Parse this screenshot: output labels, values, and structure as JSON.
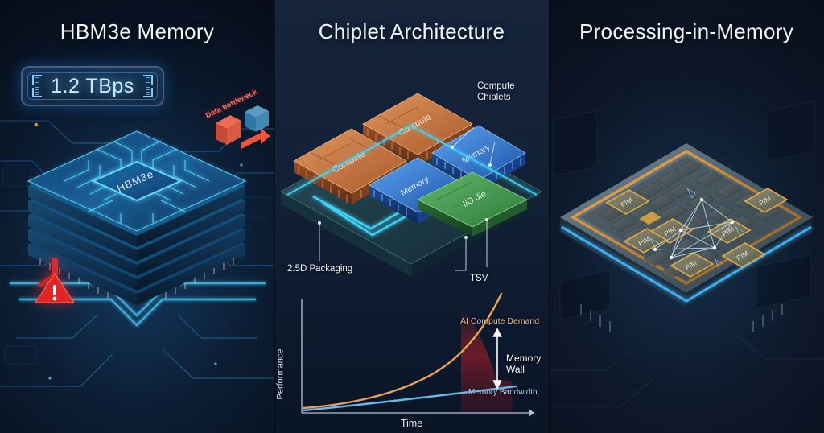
{
  "panels": [
    {
      "id": "hbm3e",
      "title": "HBM3e Memory",
      "badge_value": "1.2 TBps",
      "chip_label": "HBM3e",
      "annotations": [
        "Data bottleneck"
      ],
      "icons": [
        "warning-triangle-icon"
      ]
    },
    {
      "id": "chiplet",
      "title": "Chiplet Architecture",
      "callouts": {
        "compute": "Compute\nChiplets",
        "compute_line1": "Compute",
        "compute_line2": "Chiplets",
        "packaging": "2.5D Packaging",
        "tsv": "TSV"
      },
      "die_labels": {
        "compute_a": "Compute",
        "compute_b": "Compute",
        "memory_a": "Memory",
        "memory_b": "Memory",
        "io": "I/O die"
      }
    },
    {
      "id": "pim",
      "title": "Processing-in-Memory",
      "tile_label": "PIM",
      "tile_count": 7
    }
  ],
  "chart_data": {
    "type": "line",
    "title": "",
    "xlabel": "Time",
    "ylabel": "Performance",
    "x": [
      0,
      1,
      2,
      3,
      4,
      5,
      6,
      7,
      8,
      9,
      10
    ],
    "series": [
      {
        "name": "AI Compute Demand",
        "color": "#e8913f",
        "values": [
          3,
          4,
          5.5,
          7.5,
          10,
          14,
          20,
          29,
          44,
          66,
          98
        ]
      },
      {
        "name": "Memory Bandwidth",
        "color": "#6bb9e8",
        "values": [
          1.5,
          3,
          4.5,
          6,
          7.5,
          9,
          10.5,
          12,
          13.5,
          15,
          16.5
        ]
      }
    ],
    "annotations": [
      {
        "text": "AI Compute Demand",
        "color": "#f0b97d"
      },
      {
        "text": "Memory Wall",
        "color": "#ffffff"
      },
      {
        "text": "Memory Bandwidth",
        "color": "#a8d8f5"
      }
    ],
    "grid": false,
    "legend": "inline",
    "xlim": [
      0,
      10
    ],
    "ylim": [
      0,
      100
    ]
  },
  "colors": {
    "background_outer": "#0a1020",
    "background_mid": "#15233a",
    "accent_cyan": "#3fb8ff",
    "accent_orange": "#e8913f",
    "accent_red": "#e03030",
    "compute_die": "#c2703a",
    "memory_die": "#2f6fd0",
    "io_die": "#3f8f4a",
    "title_text": "#f3f6fa"
  }
}
